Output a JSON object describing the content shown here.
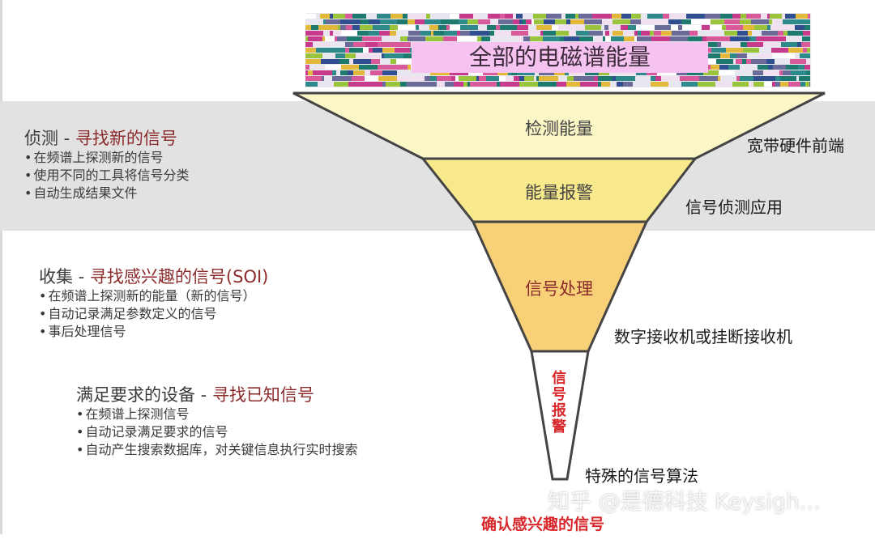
{
  "spectrum": {
    "title": "全部的电磁谱能量"
  },
  "stages": [
    {
      "label": "检测能量",
      "color": "#fbf6c6"
    },
    {
      "label": "能量报警",
      "color": "#f8e98c"
    },
    {
      "label": "信号处理",
      "color": "#f7d078"
    },
    {
      "label": "信号报警",
      "color": "#ffffff"
    }
  ],
  "right_labels": {
    "wideband": "宽带硬件前端",
    "detect_app": "信号侦测应用",
    "receiver": "数字接收机或挂断接收机",
    "algorithm": "特殊的信号算法"
  },
  "sections": {
    "detect": {
      "title": "侦测 - ",
      "accent": "寻找新的信号",
      "bullets": [
        "在频谱上探测新的信号",
        "使用不同的工具将信号分类",
        "自动生成结果文件"
      ]
    },
    "collect": {
      "title": "收集 - ",
      "accent": "寻找感兴趣的信号(SOI)",
      "bullets": [
        "在频谱上探测新的能量（新的信号）",
        "自动记录满足参数定义的信号",
        "事后处理信号"
      ]
    },
    "equip": {
      "title": "满足要求的设备 - ",
      "accent": "寻找已知信号",
      "bullets": [
        "在频谱上探测信号",
        "自动记录满足要求的信号",
        "自动产生搜索数据库，对关键信息执行实时搜索"
      ]
    }
  },
  "final_label": "确认感兴趣的信号",
  "watermark": "知乎 @是德科技 Keysigh..."
}
